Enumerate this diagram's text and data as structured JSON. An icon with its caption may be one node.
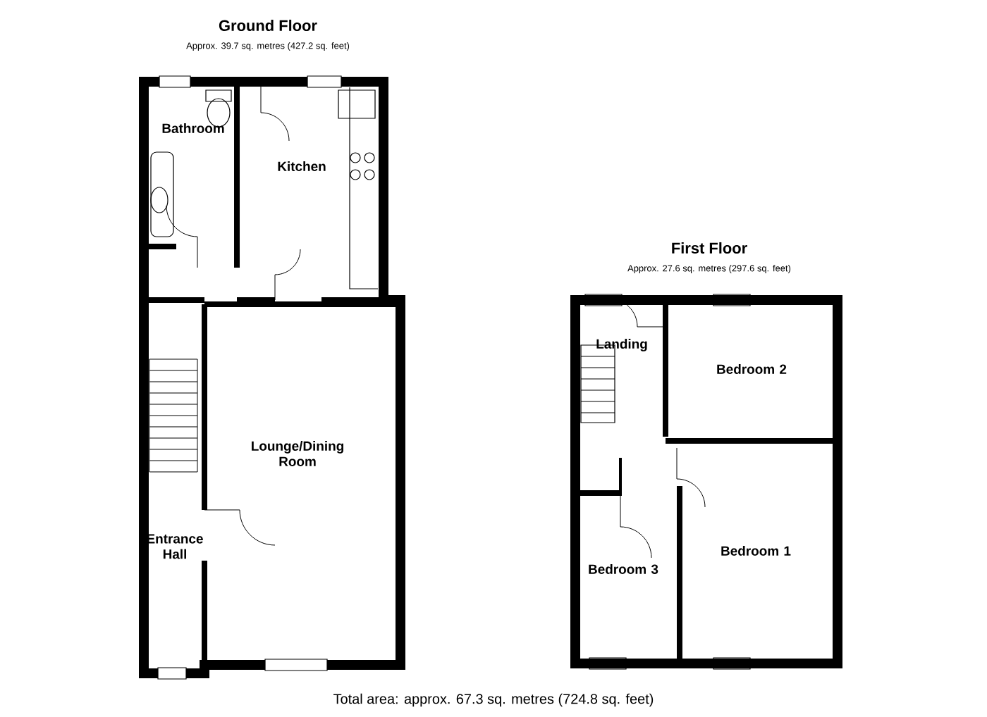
{
  "diagram": {
    "nodes": [
      {
        "text": [
          "Bathroom"
        ]
      },
      {
        "text": [
          "Kitchen"
        ]
      },
      {
        "text": [
          "Lounge/Dining Room"
        ]
      },
      {
        "text": [
          "Entrance Hall"
        ]
      },
      {
        "text": [
          "Landing"
        ]
      },
      {
        "text": [
          "Bedroom 2"
        ]
      },
      {
        "text": [
          "Bedroom 3"
        ]
      },
      {
        "text": [
          "Bedroom 1"
        ]
      }
    ],
    "labels": [
      "Ground Floor",
      "Approx. 39.7 sq. metres (427.2 sq. feet)",
      "First Floor",
      "Approx. 27.6 sq. metres (297.6 sq. feet)",
      "Total area: approx. 67.3 sq. metres (724.8 sq. feet)"
    ]
  }
}
